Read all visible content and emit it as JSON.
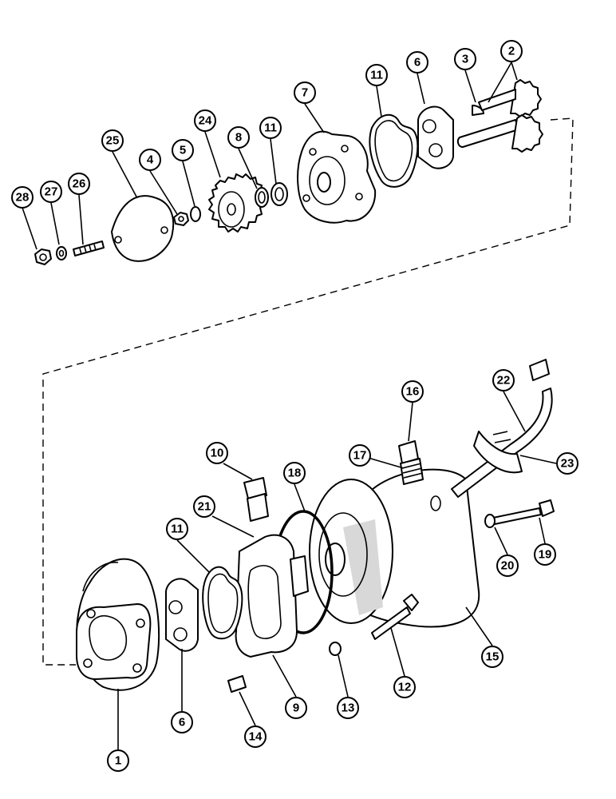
{
  "diagram": {
    "callouts": [
      {
        "id": "c28",
        "label": "28"
      },
      {
        "id": "c27",
        "label": "27"
      },
      {
        "id": "c26",
        "label": "26"
      },
      {
        "id": "c25",
        "label": "25"
      },
      {
        "id": "c4a",
        "label": "4"
      },
      {
        "id": "c5",
        "label": "5"
      },
      {
        "id": "c24",
        "label": "24"
      },
      {
        "id": "c8",
        "label": "8"
      },
      {
        "id": "c11a",
        "label": "11"
      },
      {
        "id": "c7",
        "label": "7"
      },
      {
        "id": "c11b",
        "label": "11"
      },
      {
        "id": "c6a",
        "label": "6"
      },
      {
        "id": "c3",
        "label": "3"
      },
      {
        "id": "c2",
        "label": "2"
      },
      {
        "id": "c16",
        "label": "16"
      },
      {
        "id": "c22",
        "label": "22"
      },
      {
        "id": "c17",
        "label": "17"
      },
      {
        "id": "c23",
        "label": "23"
      },
      {
        "id": "c10",
        "label": "10"
      },
      {
        "id": "c18",
        "label": "18"
      },
      {
        "id": "c21",
        "label": "21"
      },
      {
        "id": "c11c",
        "label": "11"
      },
      {
        "id": "c20",
        "label": "20"
      },
      {
        "id": "c19",
        "label": "19"
      },
      {
        "id": "c15",
        "label": "15"
      },
      {
        "id": "c12",
        "label": "12"
      },
      {
        "id": "c13",
        "label": "13"
      },
      {
        "id": "c9",
        "label": "9"
      },
      {
        "id": "c6b",
        "label": "6"
      },
      {
        "id": "c14",
        "label": "14"
      },
      {
        "id": "c1",
        "label": "1"
      }
    ]
  }
}
